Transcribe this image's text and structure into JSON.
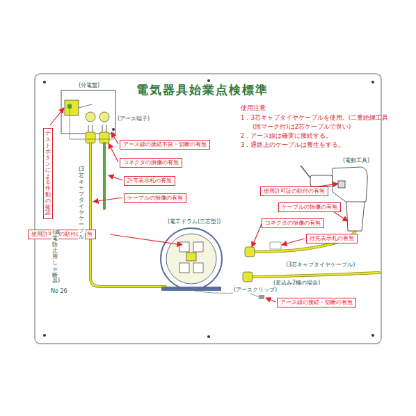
{
  "diagram": {
    "title": "電気器具始業点検標準",
    "nodes": [
      {
        "text": [
          "アース線の接続不良・切断の有無"
        ]
      },
      {
        "text": [
          "コネクタの損傷の有無"
        ]
      },
      {
        "text": [
          "許可表示札の有無"
        ]
      },
      {
        "text": [
          "ケーブルの損傷の有無"
        ]
      },
      {
        "text": [
          "テストボタンによる作動の確認"
        ]
      },
      {
        "text": [
          "使用許可証の貼付の有無"
        ]
      },
      {
        "text": [
          "使用許可証の貼付の有無"
        ]
      },
      {
        "text": [
          "ケーブルの損傷の有無"
        ]
      },
      {
        "text": [
          "コネクタの損傷の有無"
        ]
      },
      {
        "text": [
          "行先表示札の有無"
        ]
      },
      {
        "text": [
          "アース線の接続・切断の有無"
        ]
      }
    ],
    "labels": [
      "(分電盤)",
      "(アース端子)",
      "(漏電防止用しゃ断器)",
      "(3芯キャブタイヤケーブル)",
      "使用注意",
      "1．3芯キャブタイヤケーブルを使用。(二重絶縁工具",
      "(回マーク付)は2芯ケーブルで良い)",
      "2．アース線は確実に接続する。",
      "3．通路上のケーブルは養生をする。",
      "(電動工具)",
      "(電工ドラム(三芯型))",
      "(3芯キャブタイヤケーブル)",
      "(差込み2極の場合)",
      "(アースクリップ)",
      "No 26"
    ]
  }
}
